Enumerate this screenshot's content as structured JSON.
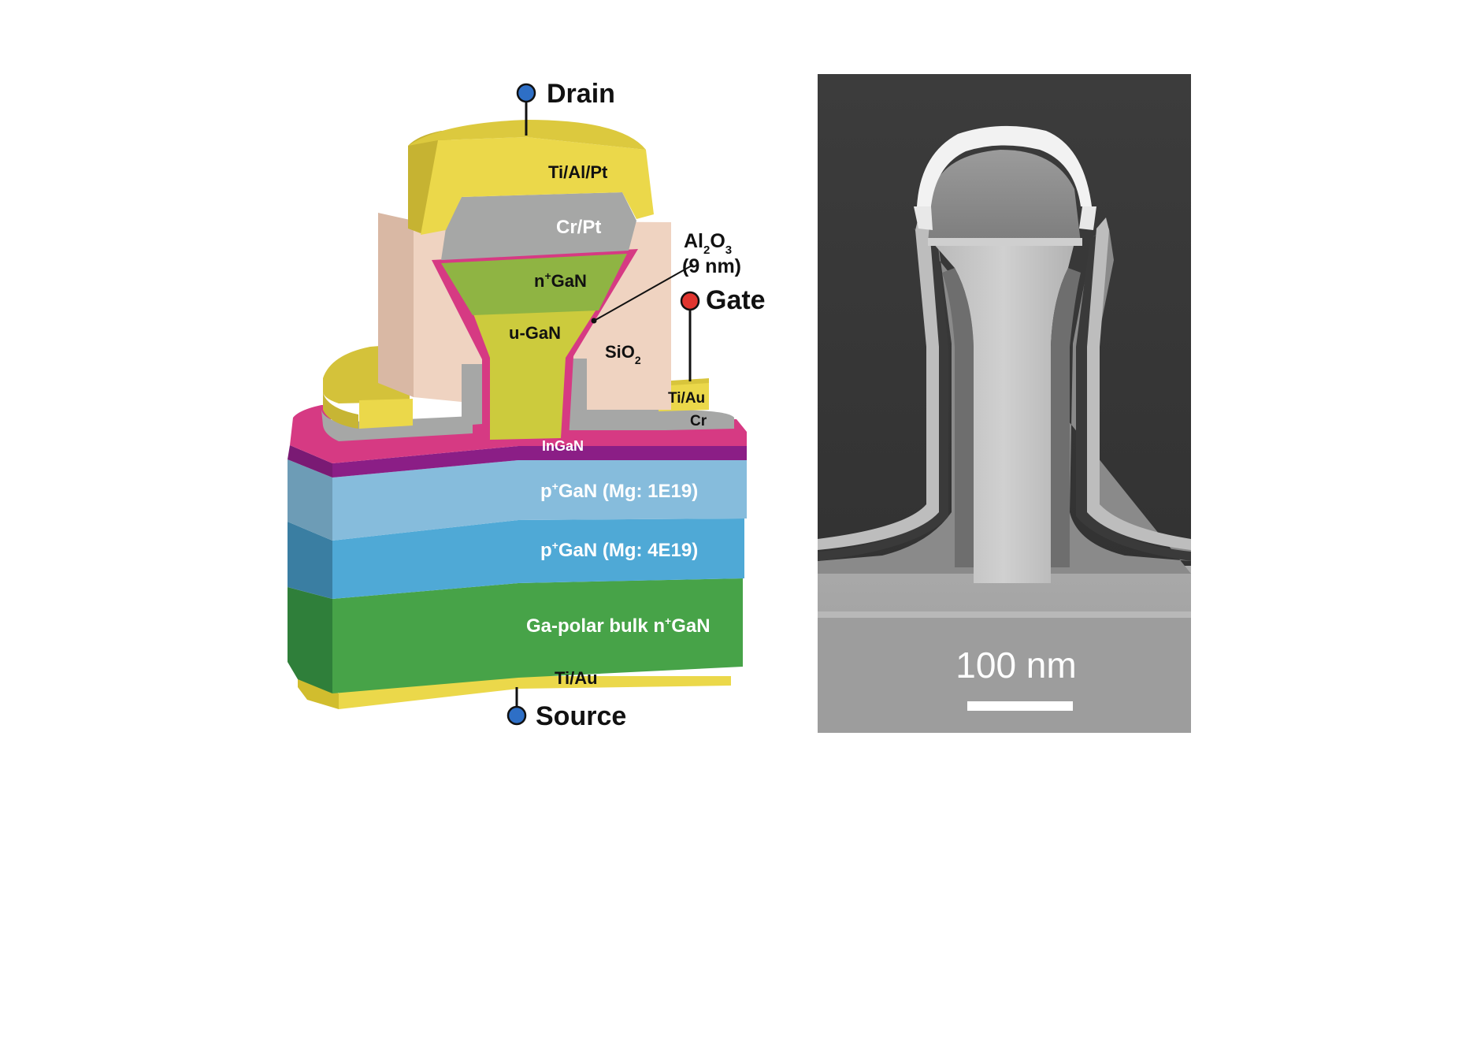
{
  "terminals": {
    "drain": "Drain",
    "gate": "Gate",
    "source": "Source"
  },
  "layers": {
    "top_contact": "Ti/Al/Pt",
    "cr_pt": "Cr/Pt",
    "n_gan_main": "n",
    "n_gan_sup": "+",
    "n_gan_tail": "GaN",
    "u_gan": "u-GaN",
    "sio2_main": "SiO",
    "sio2_sub": "2",
    "gate_metal": "Ti/Au",
    "cr": "Cr",
    "ingan": "InGaN",
    "p_gan_1_p": "p",
    "p_gan_1_sup": "+",
    "p_gan_1_tail": "GaN (Mg: 1E19)",
    "p_gan_2_p": "p",
    "p_gan_2_sup": "+",
    "p_gan_2_tail": "GaN (Mg: 4E19)",
    "bulk_main": "Ga-polar bulk n",
    "bulk_sup": "+",
    "bulk_tail": "GaN",
    "bottom_contact": "Ti/Au"
  },
  "annotation": {
    "al": "Al",
    "sub2": "2",
    "o": "O",
    "sub3": "3",
    "thickness": "(9 nm)"
  },
  "sem": {
    "scale_label": "100 nm"
  },
  "colors": {
    "metal_yellow": "#ebd84a",
    "cr_gray": "#a6a7a6",
    "n_gan_green": "#8fb443",
    "u_gan_yellow_green": "#cccb3d",
    "sio2_peach": "#efd3c1",
    "al2o3_pink": "#d63a83",
    "ingan_purple": "#8b1e86",
    "p_gan_light_blue": "#86bcdc",
    "p_gan_blue": "#4fa9d6",
    "bulk_green": "#47a348",
    "drain_source_dot": "#2e6fc6",
    "gate_dot": "#e0352f"
  }
}
